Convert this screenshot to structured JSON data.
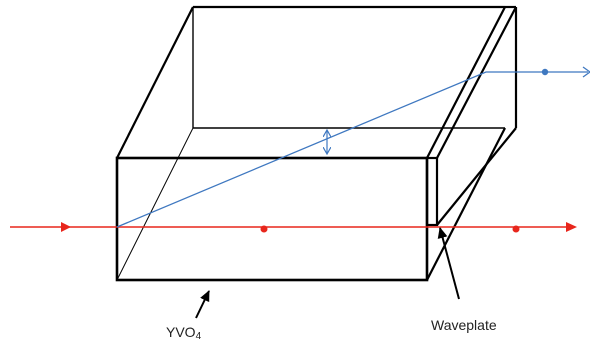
{
  "labels": {
    "crystal_main": "YVO",
    "crystal_sub": "4",
    "waveplate": "Waveplate"
  },
  "colors": {
    "outline": "#000000",
    "ordinary_beam": "#e8261c",
    "extraordinary_beam": "#3f78c0",
    "background": "#ffffff"
  }
}
